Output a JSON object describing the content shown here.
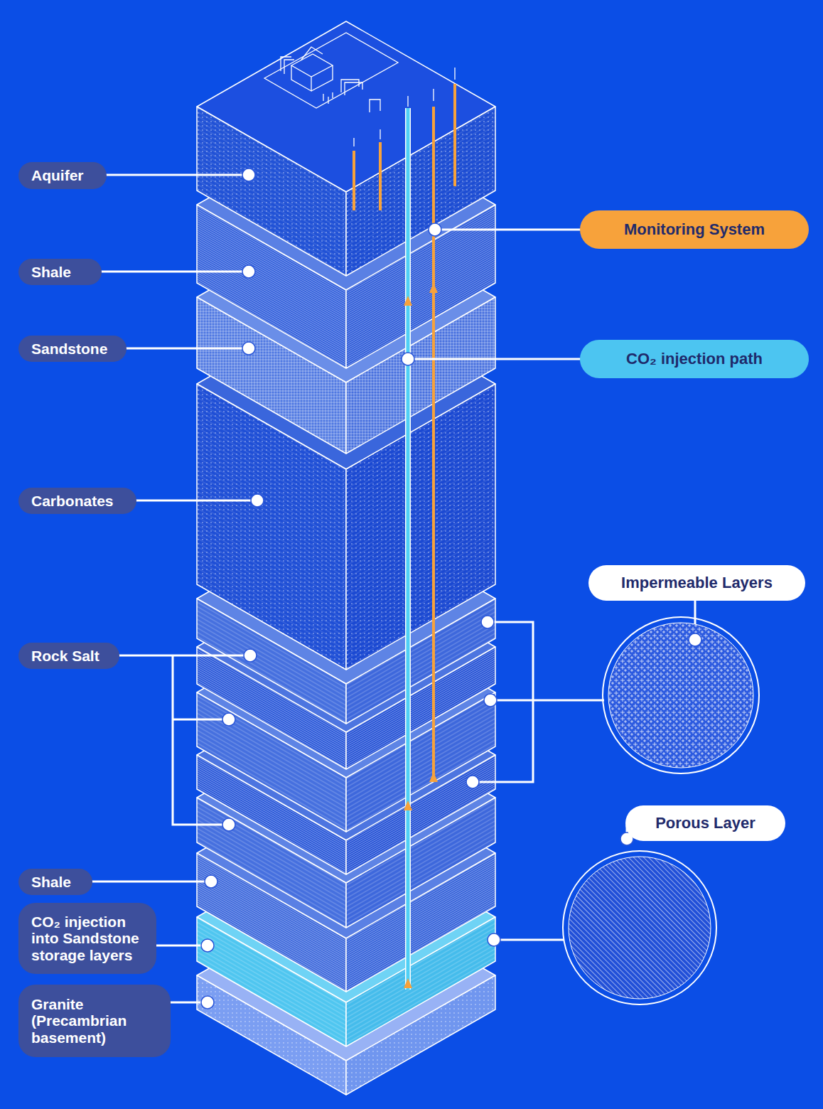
{
  "diagram": {
    "nodes": [
      {
        "text": [
          "Aquifer"
        ]
      },
      {
        "text": [
          "Monitoring System"
        ]
      },
      {
        "text": [
          "Shale"
        ]
      },
      {
        "text": [
          "Sandstone"
        ]
      },
      {
        "text": [
          "CO₂ injection path"
        ]
      },
      {
        "text": [
          "Carbonates"
        ]
      },
      {
        "text": [
          "Impermeable Layers"
        ]
      },
      {
        "text": [
          "Rock Salt"
        ]
      },
      {
        "text": [
          "Porous Layer"
        ]
      },
      {
        "text": [
          "Shale"
        ]
      },
      {
        "text": [
          "CO₂ injection into Sandstone storage layers"
        ]
      },
      {
        "text": [
          "Granite (Precambrian basement)"
        ]
      }
    ]
  }
}
